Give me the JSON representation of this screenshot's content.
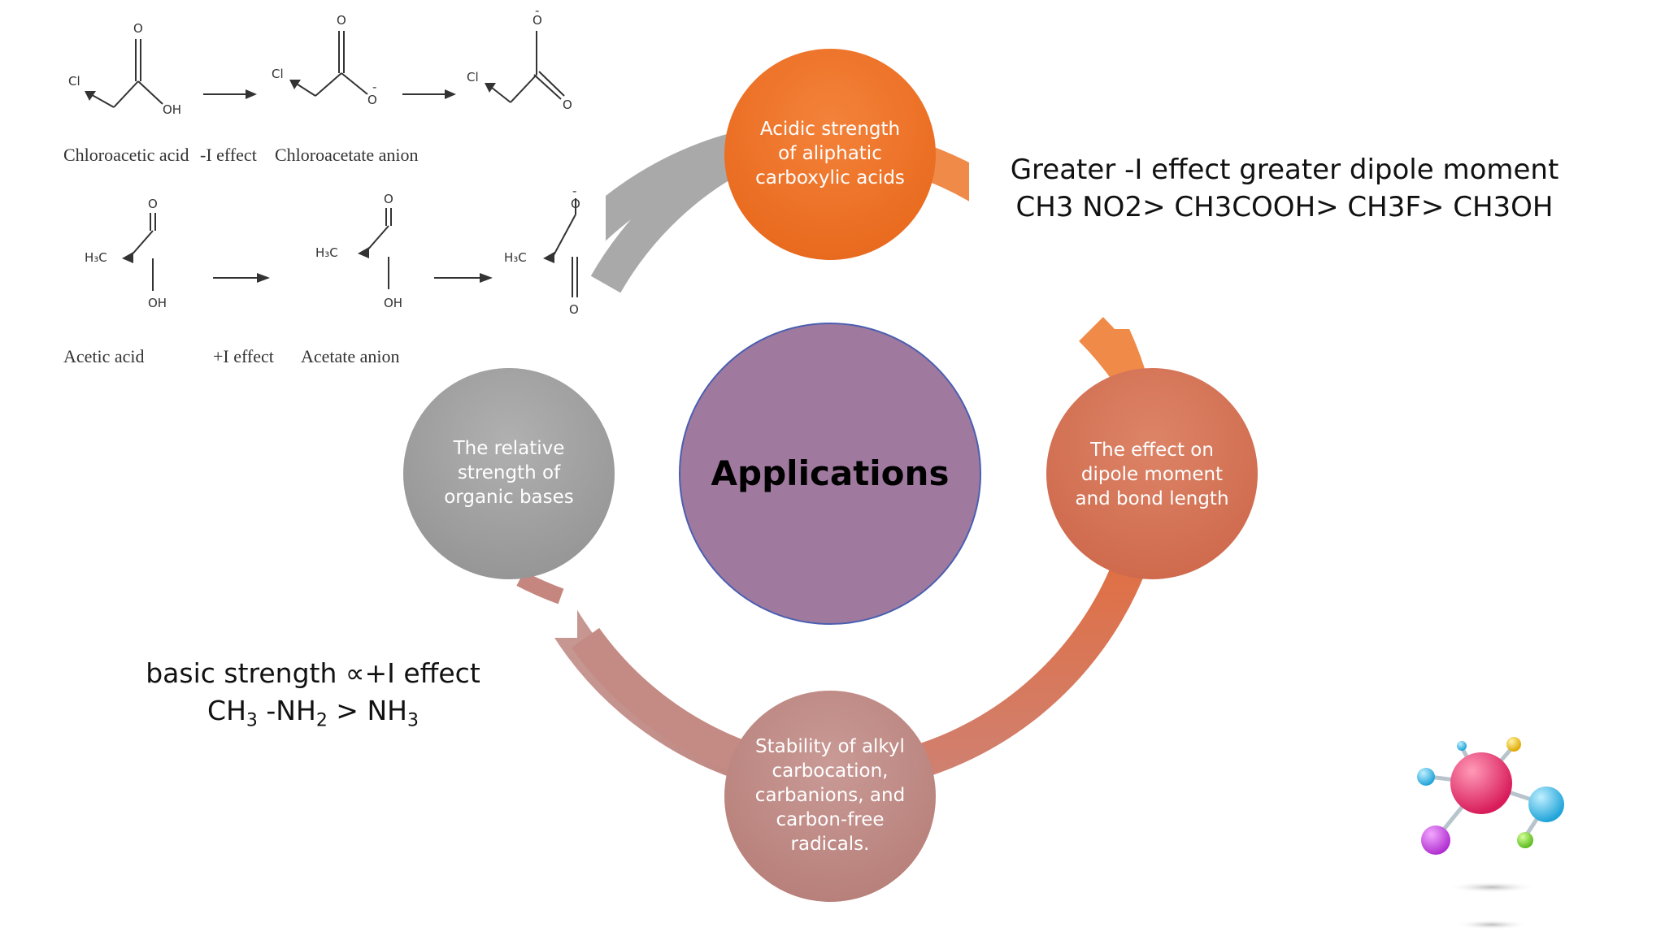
{
  "reactions": {
    "row1": {
      "labels": [
        "Chloroacetic acid",
        "-I effect",
        "Chloroacetate anion"
      ],
      "atoms": {
        "cl": "Cl",
        "o": "O",
        "oh": "OH",
        "o_minus": "O",
        "minus": "-"
      }
    },
    "row2": {
      "labels": [
        "Acetic acid",
        "+I effect",
        "Acetate anion"
      ],
      "atoms": {
        "h3c": "H₃C",
        "o": "O",
        "oh": "OH",
        "minus": "-"
      }
    }
  },
  "diagram": {
    "center_label": "Applications",
    "top": "Acidic strength of aliphatic carboxylic acids",
    "right": "The effect on dipole moment and bond length",
    "bottom": "Stability of alkyl carbocation, carbanions, and carbon-free radicals.",
    "left": "The relative strength of organic bases"
  },
  "dipole_note": {
    "line1": "Greater -I effect greater dipole moment",
    "line2": "CH3 NO2> CH3COOH> CH3F> CH3OH"
  },
  "basic_note": {
    "line1": "basic strength ∝+I effect",
    "line2_parts": [
      "CH",
      "3",
      " -NH",
      "2",
      " > NH",
      "3"
    ]
  },
  "colors": {
    "center": "#a0799f",
    "top": "#ee7526",
    "right": "#d7775a",
    "bottom": "#c48d88",
    "left": "#a4a4a4",
    "ring_gray": "#a4a4a4",
    "ring_orange": "#ef8a48",
    "ring_pink": "#c4867e"
  },
  "icons": [
    "molecule-icon"
  ]
}
